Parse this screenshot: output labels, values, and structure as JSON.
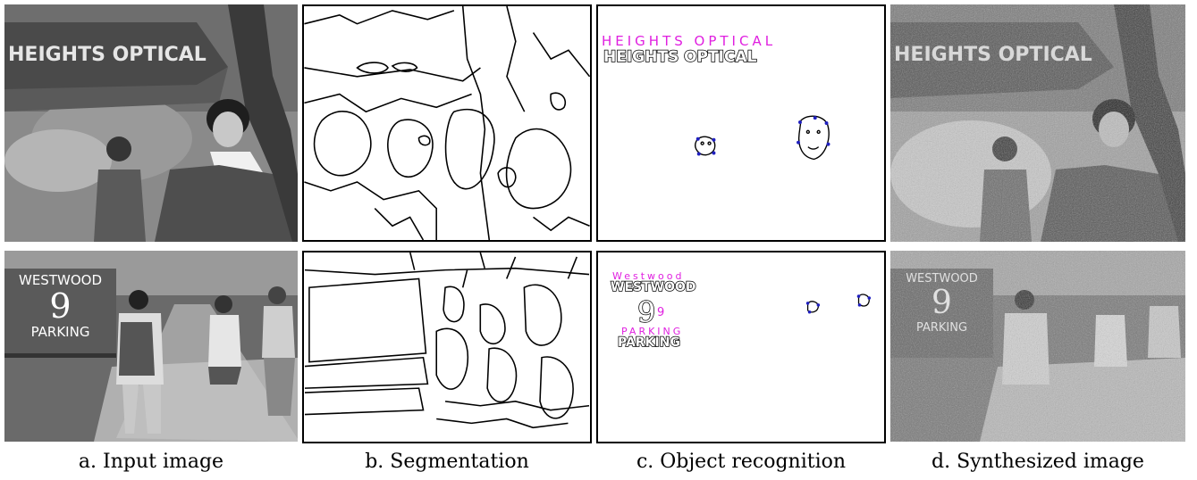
{
  "row1": {
    "awning_text": "HEIGHTS OPTICAL",
    "recognized_text": "HEIGHTS OPTICAL",
    "recognized_outline": "HEIGHTS OPTICAL",
    "synth_text": "HEIGHTS OPTICAL"
  },
  "row2": {
    "sign": {
      "line1": "WESTWOOD",
      "line2": "9",
      "line3": "PARKING"
    },
    "recognized": {
      "word1": "Westwood",
      "digit": "9",
      "word2": "PARKING"
    },
    "recognized_outline": {
      "word1": "WESTWOOD",
      "digit": "9",
      "word2": "PARKING"
    },
    "synth_sign": {
      "line1": "WESTWOOD",
      "line2": "9",
      "line3": "PARKING"
    }
  },
  "captions": {
    "a": "a. Input image",
    "b": "b. Segmentation",
    "c": "c. Object recognition",
    "d": "d. Synthesized image"
  }
}
